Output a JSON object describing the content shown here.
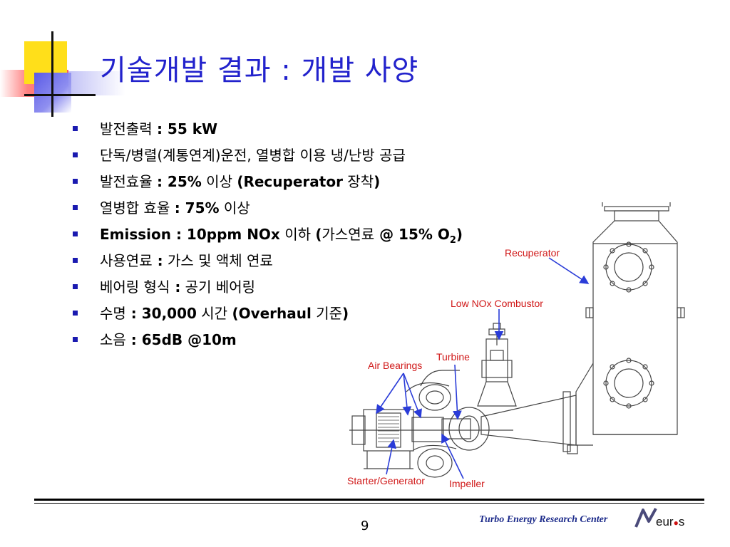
{
  "slide": {
    "title": "기술개발 결과 : 개발 사양",
    "page_number": "9",
    "organization": "Turbo Energy Research Center",
    "logo_text_before": "eur",
    "logo_text_dot": "●",
    "logo_text_after": "s"
  },
  "bullets": [
    {
      "label": "발전출력",
      "value": ": 55 kW"
    },
    {
      "label": "단독/병렬(계통연계)운전, 열병합 이용 냉/난방 공급"
    },
    {
      "label": "발전효율",
      "value_bold": ": 25%",
      "value_rest": " 이상 ",
      "value_bold2": "(Recuperator",
      "value_rest2": " 장착",
      "value_bold3": ")"
    },
    {
      "label": "열병합 효율",
      "value_bold": ": 75%",
      "value_rest": " 이상"
    },
    {
      "label_bold": "Emission : 10ppm NOx",
      "rest": " 이하 ",
      "bold2": "(",
      "rest2": "가스연료",
      "bold3": " @ 15% O",
      "sub": "2",
      "bold4": ")"
    },
    {
      "label": "사용연료",
      "value_bold": " :",
      "value_rest": " 가스 및 액체 연료"
    },
    {
      "label": "베어링 형식",
      "value_bold": " :",
      "value_rest": " 공기 베어링"
    },
    {
      "label": "수명",
      "value_bold": " : 30,000",
      "value_rest": " 시간 ",
      "value_bold2": "(Overhaul",
      "value_rest2": " 기준",
      "value_bold3": ")"
    },
    {
      "label": "소음",
      "value_bold": " : 65dB @10m"
    }
  ],
  "diagram": {
    "labels": {
      "recuperator": "Recuperator",
      "low_nox_combustor": "Low NOx Combustor",
      "turbine": "Turbine",
      "air_bearings": "Air Bearings",
      "starter_generator": "Starter/Generator",
      "impeller": "Impeller"
    },
    "label_color": "#d01818",
    "arrow_color": "#2a3cd8"
  },
  "colors": {
    "title": "#2222cc",
    "bullet": "#1a1ab0",
    "organization": "#1b2a8a"
  }
}
